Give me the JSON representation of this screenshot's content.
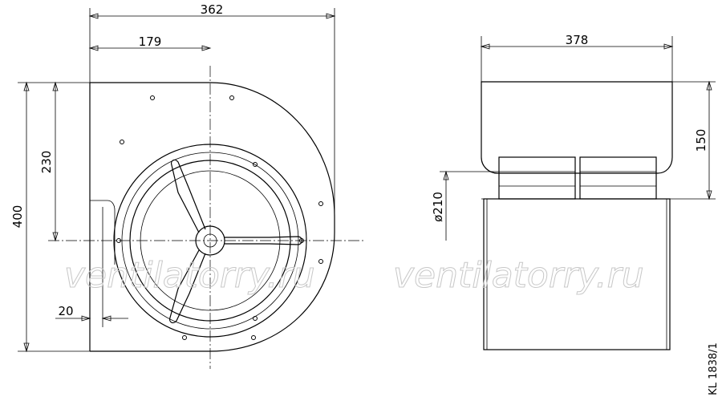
{
  "dimensions": {
    "width_total": "362",
    "width_half": "179",
    "height_total": "400",
    "height_center": "230",
    "inlet_offset": "20",
    "side_width": "378",
    "side_height": "150",
    "inlet_diameter": "ø210"
  },
  "watermark": {
    "left": "ventilatorry.ru",
    "right": "ventilatorry.ru"
  },
  "drawing_code": "KL 1838/1",
  "colors": {
    "line": "#000000",
    "watermark": "#c8c8c8"
  }
}
